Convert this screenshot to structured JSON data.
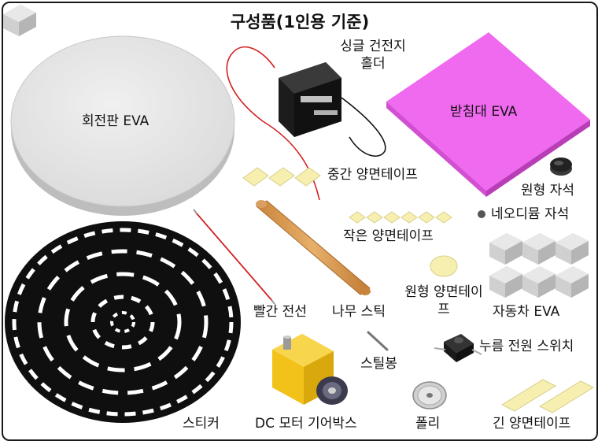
{
  "title": "구성품(1인용 기준)",
  "items": {
    "holder": "싱글 건전지 홀더",
    "rotary": "회전판 EVA",
    "stand": "받침대 EVA",
    "mid_tape": "중간 양면테이프",
    "round_magnet": "원형 자석",
    "neo_magnet": "네오디뮴 자석",
    "small_tape": "작은 양면테이프",
    "red_wire": "빨간 전선",
    "stick": "나무 스틱",
    "round_tape": "원형 양면테이프",
    "car_eva": "자동차 EVA",
    "button_switch": "누름 전원 스위치",
    "steel_rod": "스틸봉",
    "sticker": "스티커",
    "motor": "DC 모터 기어박스",
    "pulley": "폴리",
    "long_tape": "긴 양면테이프"
  },
  "colors": {
    "rotary_plate": "#e6e6e6",
    "stand_plate": "#f06af0",
    "sticker_disc": "#111111",
    "tape": "#f7efb0",
    "motor": "#f2c21a",
    "wire": "#d42020",
    "stick": "#d89a4e"
  }
}
